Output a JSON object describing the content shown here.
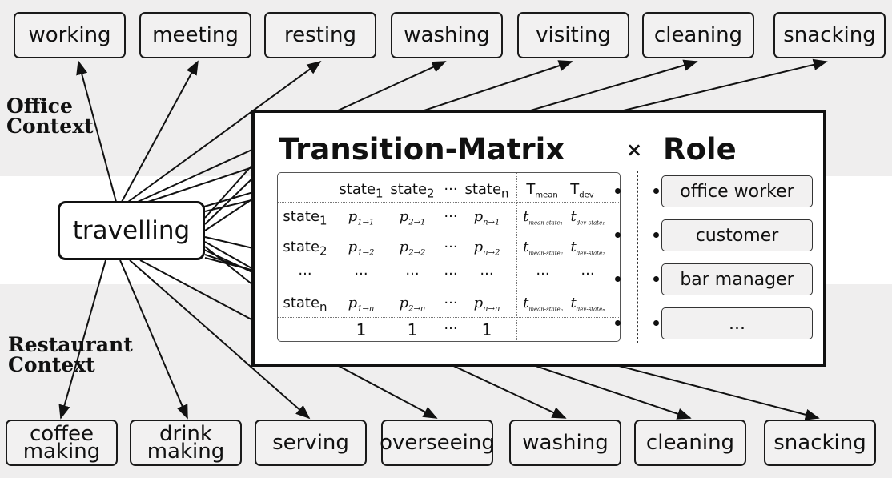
{
  "top_activities": [
    "working",
    "meeting",
    "resting",
    "washing",
    "visiting",
    "cleaning",
    "snacking"
  ],
  "bottom_activities": [
    "coffee\nmaking",
    "drink\nmaking",
    "serving",
    "overseeing",
    "washing",
    "cleaning",
    "snacking"
  ],
  "contexts": {
    "office": "Office\nContext",
    "restaurant": "Restaurant\nContext"
  },
  "center_node": "travelling",
  "panel": {
    "title": "Transition-Matrix",
    "times": "×",
    "role_title": "Role",
    "matrix": {
      "header": {
        "s1": "state",
        "s1_sub": "1",
        "s2": "state",
        "s2_sub": "2",
        "dots": "···",
        "sn": "state",
        "sn_sub": "n",
        "tmean": "T",
        "tmean_sub": "mean",
        "tdev": "T",
        "tdev_sub": "dev"
      },
      "rows": [
        {
          "label": "state",
          "label_sub": "1",
          "c1": "p",
          "c1_sub": "1→1",
          "c2": "p",
          "c2_sub": "2→1",
          "dots": "···",
          "cn": "p",
          "cn_sub": "n→1",
          "tm": "t",
          "tm_sub": "mean-state",
          "tm_subsub": "1",
          "td": "t",
          "td_sub": "dev-state",
          "td_subsub": "1"
        },
        {
          "label": "state",
          "label_sub": "2",
          "c1": "p",
          "c1_sub": "1→2",
          "c2": "p",
          "c2_sub": "2→2",
          "dots": "···",
          "cn": "p",
          "cn_sub": "n→2",
          "tm": "t",
          "tm_sub": "mean-state",
          "tm_subsub": "2",
          "td": "t",
          "td_sub": "dev-state",
          "td_subsub": "2"
        },
        {
          "label": "···",
          "c1": "···",
          "c2": "···",
          "dots": "···",
          "cn": "···",
          "tm": "···",
          "td": "···"
        },
        {
          "label": "state",
          "label_sub": "n",
          "c1": "p",
          "c1_sub": "1→n",
          "c2": "p",
          "c2_sub": "2→n",
          "dots": "···",
          "cn": "p",
          "cn_sub": "n→n",
          "tm": "t",
          "tm_sub": "mean-state",
          "tm_subsub": "n",
          "td": "t",
          "td_sub": "dev-state",
          "td_subsub": "n"
        }
      ],
      "sums": {
        "c1": "1",
        "c2": "1",
        "dots": "···",
        "cn": "1"
      }
    },
    "roles": [
      "office worker",
      "customer",
      "bar manager",
      "..."
    ]
  }
}
